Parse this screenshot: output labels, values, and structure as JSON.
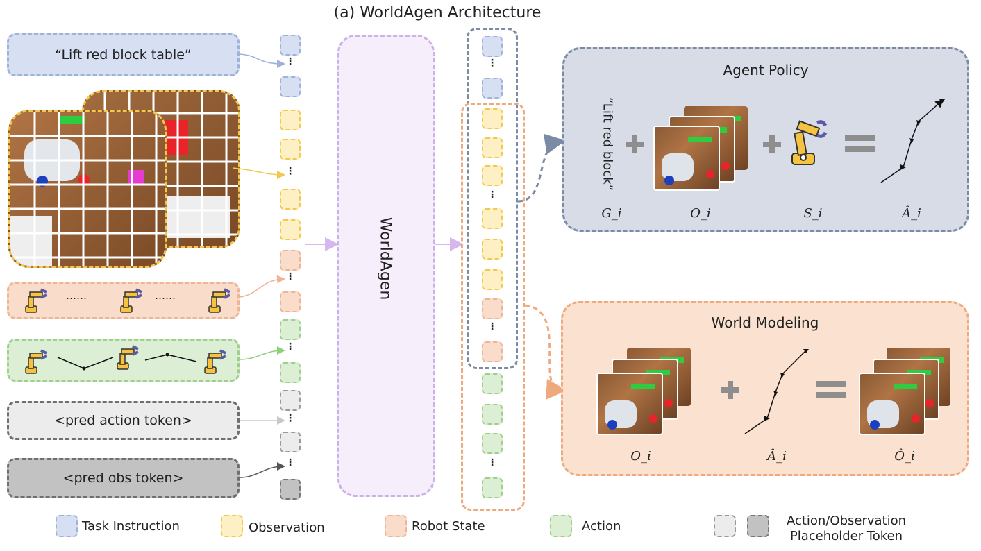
{
  "title": "(a) WorldAgen Architecture",
  "inputs": {
    "instruction": "“Lift red block table”",
    "state_dots": [
      "……",
      "……"
    ],
    "pred_action": "<pred action token>",
    "pred_obs": "<pred obs token>"
  },
  "model_label": "WorldAgen",
  "agent_policy": {
    "title": "Agent Policy",
    "goal_text": "“Lift red block”",
    "labels": [
      "G_i",
      "O_i",
      "S_i",
      "Â_i"
    ]
  },
  "world_modeling": {
    "title": "World Modeling",
    "labels": [
      "O_i",
      "Â_i",
      "Ô_i"
    ]
  },
  "legend": {
    "task": "Task Instruction",
    "observation": "Observation",
    "robot_state": "Robot State",
    "action": "Action",
    "placeholder": "Action/Observation Placeholder Token"
  },
  "colors": {
    "task": "#d6e0f2",
    "observation": "#fdf0c4",
    "robot_state": "#f9dcc9",
    "action": "#dcefd5",
    "pred_action": "#ececec",
    "pred_obs": "#c2c2c2",
    "model": "#f7eefc",
    "agent_panel": "#d7dce6",
    "world_panel": "#fae1d0"
  },
  "icons": [
    "robot-arm-icon",
    "trajectory-icon",
    "plus-icon",
    "equals-icon"
  ]
}
